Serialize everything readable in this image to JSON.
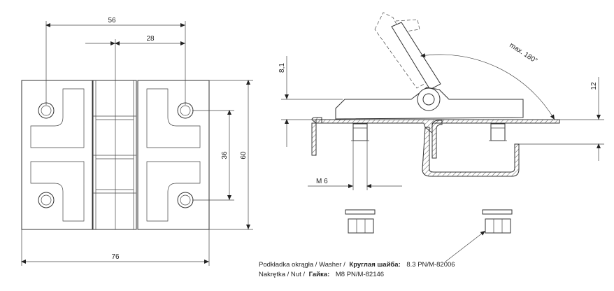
{
  "dimensions": {
    "hole_spacing_width": "56",
    "offset": "28",
    "hole_spacing_height": "36",
    "height": "60",
    "width": "76",
    "thickness": "8,1",
    "side_height": "12",
    "bolt": "M 6",
    "max_angle": "max. 180°"
  },
  "legend": {
    "washer_pl": "Podkładka okrągła / Washer /",
    "washer_ru": "Круглая шайба:",
    "washer_spec": "8.3 PN/M-82006",
    "nut_pl": "Nakrętka / Nut /",
    "nut_ru": "Гайка:",
    "nut_spec": "M8 PN/M-82146"
  },
  "colors": {
    "line": "#333333",
    "background": "#ffffff"
  }
}
